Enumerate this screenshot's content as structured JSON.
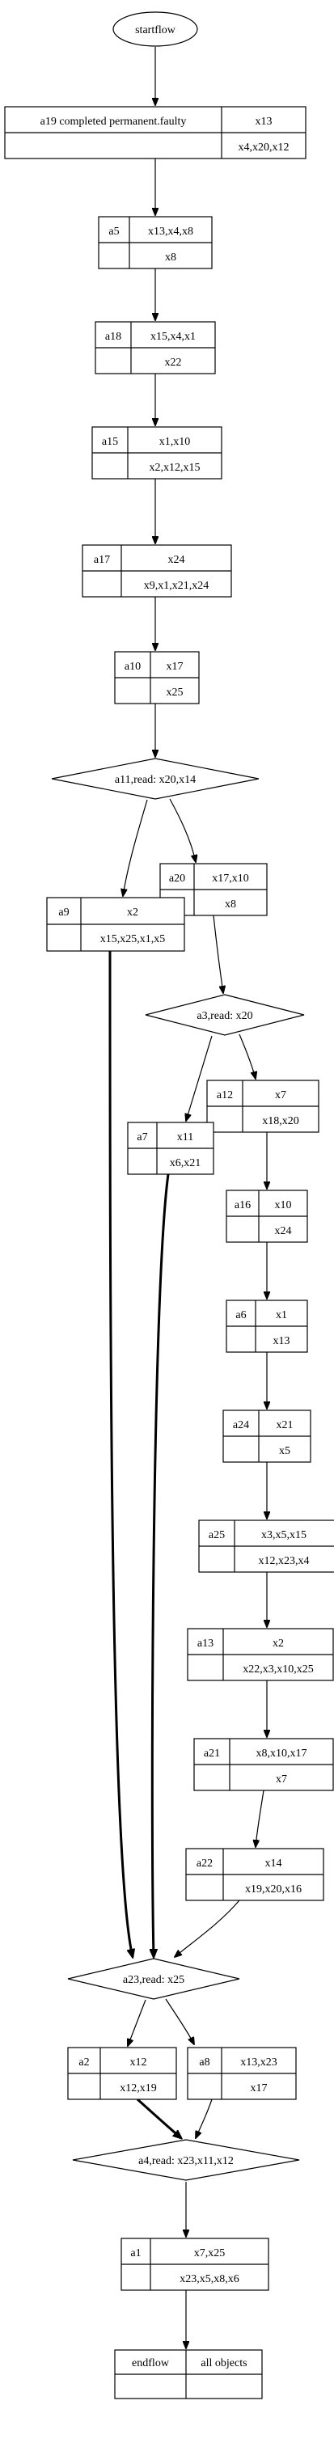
{
  "start": {
    "label": "startflow"
  },
  "end": {
    "label": "endflow",
    "objects": "all objects"
  },
  "tasks": {
    "a19": {
      "name": "a19 completed permanent.faulty",
      "top": "x13",
      "bottom": "x4,x20,x12"
    },
    "a5": {
      "name": "a5",
      "top": "x13,x4,x8",
      "bottom": "x8"
    },
    "a18": {
      "name": "a18",
      "top": "x15,x4,x1",
      "bottom": "x22"
    },
    "a15": {
      "name": "a15",
      "top": "x1,x10",
      "bottom": "x2,x12,x15"
    },
    "a17": {
      "name": "a17",
      "top": "x24",
      "bottom": "x9,x1,x21,x24"
    },
    "a10": {
      "name": "a10",
      "top": "x17",
      "bottom": "x25"
    },
    "a20": {
      "name": "a20",
      "top": "x17,x10",
      "bottom": "x8"
    },
    "a9": {
      "name": "a9",
      "top": "x2",
      "bottom": "x15,x25,x1,x5"
    },
    "a12": {
      "name": "a12",
      "top": "x7",
      "bottom": "x18,x20"
    },
    "a7": {
      "name": "a7",
      "top": "x11",
      "bottom": "x6,x21"
    },
    "a16": {
      "name": "a16",
      "top": "x10",
      "bottom": "x24"
    },
    "a6": {
      "name": "a6",
      "top": "x1",
      "bottom": "x13"
    },
    "a24": {
      "name": "a24",
      "top": "x21",
      "bottom": "x5"
    },
    "a25": {
      "name": "a25",
      "top": "x3,x5,x15",
      "bottom": "x12,x23,x4"
    },
    "a13": {
      "name": "a13",
      "top": "x2",
      "bottom": "x22,x3,x10,x25"
    },
    "a21": {
      "name": "a21",
      "top": "x8,x10,x17",
      "bottom": "x7"
    },
    "a22": {
      "name": "a22",
      "top": "x14",
      "bottom": "x19,x20,x16"
    },
    "a2": {
      "name": "a2",
      "top": "x12",
      "bottom": "x12,x19"
    },
    "a8": {
      "name": "a8",
      "top": "x13,x23",
      "bottom": "x17"
    },
    "a1": {
      "name": "a1",
      "top": "x7,x25",
      "bottom": "x23,x5,x8,x6"
    }
  },
  "decisions": {
    "a11": {
      "label": "a11,read: x20,x14"
    },
    "a3": {
      "label": "a3,read: x20"
    },
    "a23": {
      "label": "a23,read: x25"
    },
    "a4": {
      "label": "a4,read: x23,x11,x12"
    }
  },
  "colors": {
    "stroke": "#000000",
    "fill": "#ffffff",
    "background": "#ffffff"
  }
}
